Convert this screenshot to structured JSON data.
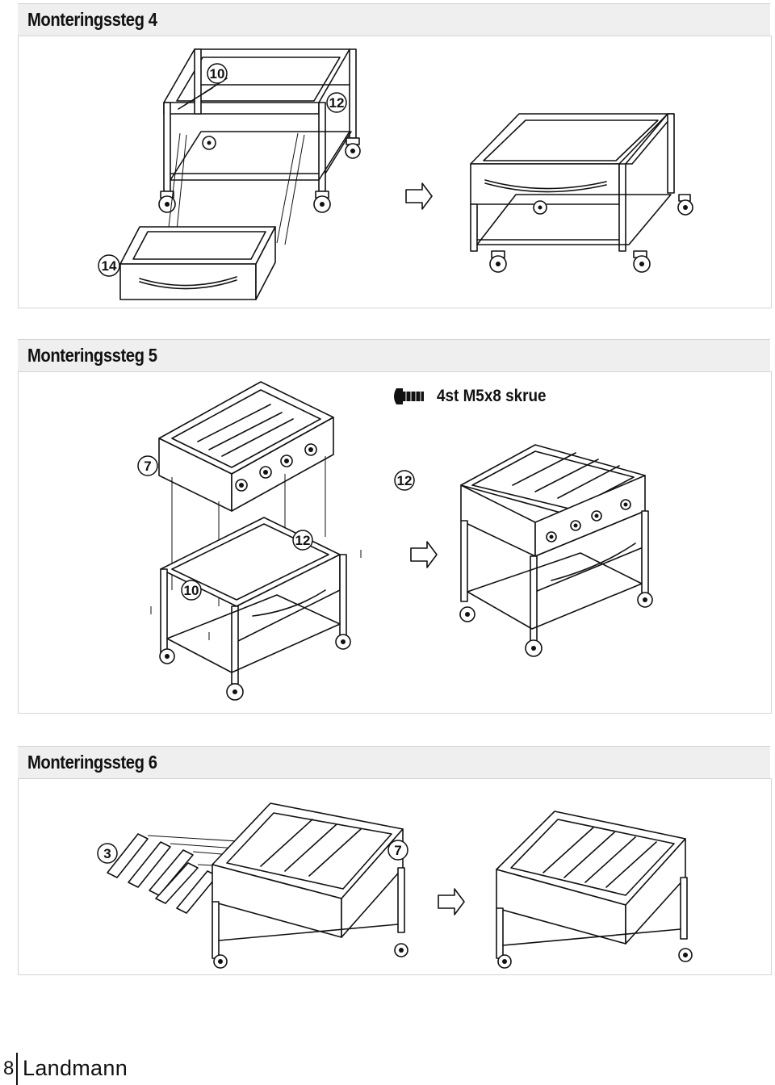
{
  "steps": [
    {
      "title": "Monteringssteg 4",
      "callouts": [
        "10",
        "12",
        "14"
      ]
    },
    {
      "title": "Monteringssteg 5",
      "callouts": [
        "7",
        "12",
        "12",
        "10"
      ],
      "fastener": {
        "label": "4st M5x8 skrue",
        "icon": "screw-icon"
      }
    },
    {
      "title": "Monteringssteg 6",
      "callouts": [
        "3",
        "7"
      ]
    }
  ],
  "arrow_icon": "arrow-right-icon",
  "footer": {
    "page_number": "8",
    "brand": "Landmann"
  }
}
